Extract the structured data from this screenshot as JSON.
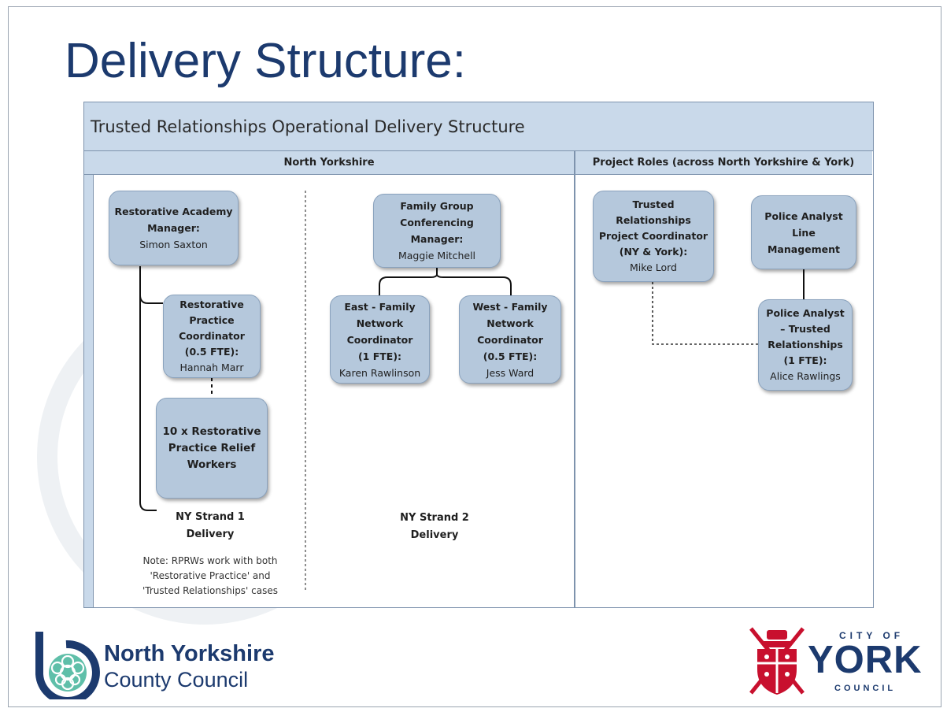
{
  "slide": {
    "title": "Delivery Structure:"
  },
  "diagram": {
    "title": "Trusted Relationships Operational Delivery Structure",
    "sections": {
      "north_yorkshire": "North Yorkshire",
      "project_roles": "Project Roles (across North Yorkshire & York)"
    },
    "nodes": {
      "ra_manager": {
        "role": "Restorative Academy\nManager:",
        "person": "Simon Saxton"
      },
      "rp_coordinator": {
        "role": "Restorative\nPractice\nCoordinator\n(0.5 FTE):",
        "person": "Hannah Marr"
      },
      "relief_workers": {
        "role": "10 x Restorative\nPractice Relief\nWorkers",
        "person": ""
      },
      "fgc_manager": {
        "role": "Family Group\nConferencing\nManager:",
        "person": "Maggie Mitchell"
      },
      "east_coordinator": {
        "role": "East - Family\nNetwork\nCoordinator\n(1 FTE):",
        "person": "Karen Rawlinson"
      },
      "west_coordinator": {
        "role": "West - Family\nNetwork\nCoordinator\n(0.5 FTE):",
        "person": "Jess Ward"
      },
      "tr_project_coordinator": {
        "role": "Trusted\nRelationships\nProject Coordinator\n(NY & York):",
        "person": "Mike Lord"
      },
      "police_line_mgmt": {
        "role": "Police Analyst\nLine\nManagement",
        "person": ""
      },
      "police_analyst_tr": {
        "role": "Police Analyst\n– Trusted\nRelationships\n(1 FTE):",
        "person": "Alice Rawlings"
      }
    },
    "captions": {
      "strand1": "NY Strand 1\nDelivery",
      "strand2": "NY Strand 2\nDelivery",
      "note": "Note: RPRWs work with both\n'Restorative Practice' and\n'Trusted Relationships' cases"
    }
  },
  "logos": {
    "nycc_line1": "North Yorkshire",
    "nycc_line2": "County Council",
    "york_city_of": "CITY OF",
    "york_name": "YORK",
    "york_council": "COUNCIL"
  },
  "colors": {
    "title_blue": "#1c3a6e",
    "header_fill": "#c9d9ea",
    "node_fill": "#b5c8dc",
    "york_red": "#c8102e"
  }
}
